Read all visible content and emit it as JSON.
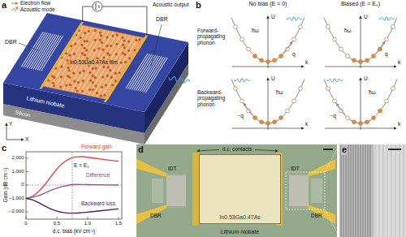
{
  "diagram": {
    "nodes": [
      {
        "text": [
          "Lithium niobate"
        ]
      },
      {
        "text": [
          "In0.53Ga0.47As"
        ],
        "in": 0
      }
    ],
    "labels": [
      "a",
      "Electron flow",
      "Acoustic mode",
      "DBR",
      "DBR",
      "Acoustic output",
      "In0.53Ga0.47As film",
      "Lithium niobate",
      "Silicon",
      "Y",
      "X",
      "b",
      "No bias (E = 0)",
      "Biased (E = E₀)",
      "Forward-propagating phonon",
      "Backward-propagating phonon",
      "U",
      "k",
      "q",
      "ħω",
      "U",
      "k",
      "q",
      "ħω",
      "U",
      "k",
      "−q",
      "ħω",
      "U",
      "k",
      "−q",
      "ħω",
      "c",
      "Forward gain",
      "Difference",
      "Backward loss",
      "E = E₀",
      "2,000",
      "1,000",
      "0",
      "−1,000",
      "−2,000",
      "0",
      "0.5",
      "1.0",
      "1.5",
      "Gain (dB cm⁻¹)",
      "d.c. bias (kV cm⁻¹)",
      "d",
      "d.c. contacts",
      "IDT",
      "IDT",
      "DBR",
      "DBR",
      "e"
    ]
  }
}
